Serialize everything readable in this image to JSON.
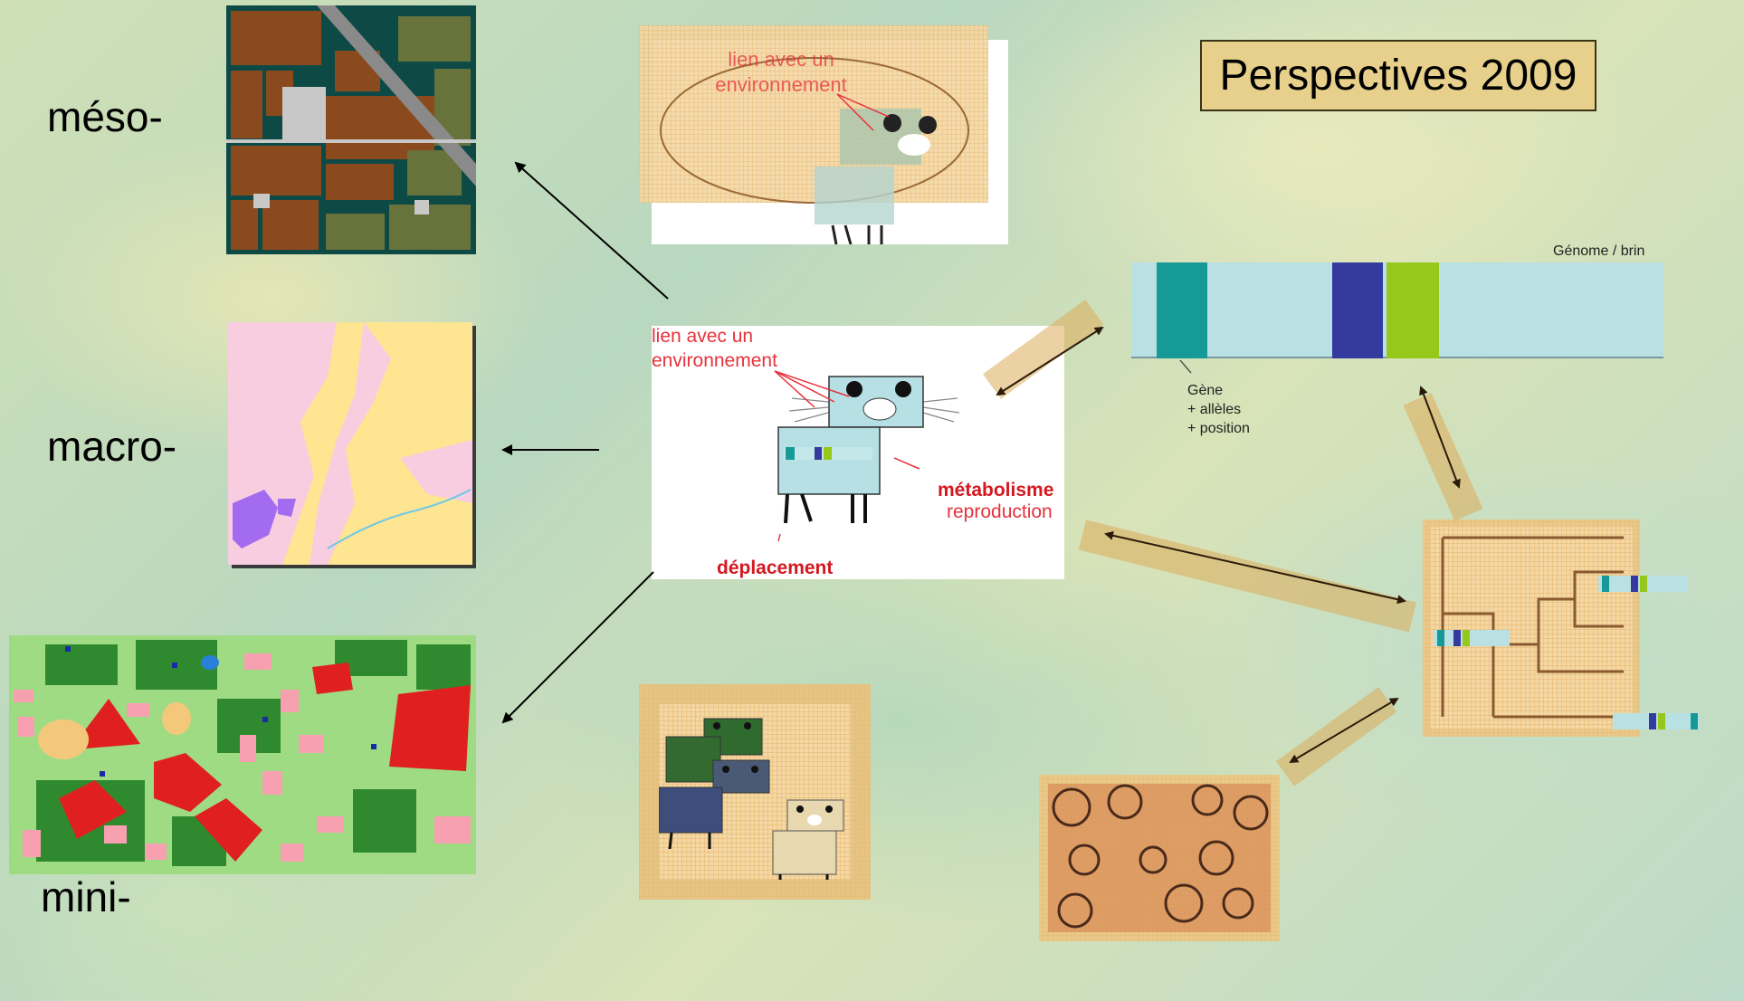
{
  "title": "Perspectives 2009",
  "scales": {
    "meso": "méso-",
    "macro": "macro-",
    "mini": "mini-"
  },
  "center": {
    "link_text": "lien avec un environnement",
    "metabolism": "métabolisme",
    "reproduction": "reproduction",
    "movement": "déplacement"
  },
  "top_faded": {
    "link_text": "lien avec un environnement"
  },
  "genome": {
    "title": "Génome / brin",
    "note_line1": "Gène",
    "note_line2": "+ allèles",
    "note_line3": "+ position",
    "colors": {
      "strand": "#b9e1e4",
      "gene1": "#159a98",
      "gene2": "#343a9e",
      "gene3": "#96c81c"
    }
  },
  "colors": {
    "title_box": "#e6d08c",
    "arrow_band": "#dcac5a",
    "red_label": "#e6323c"
  }
}
